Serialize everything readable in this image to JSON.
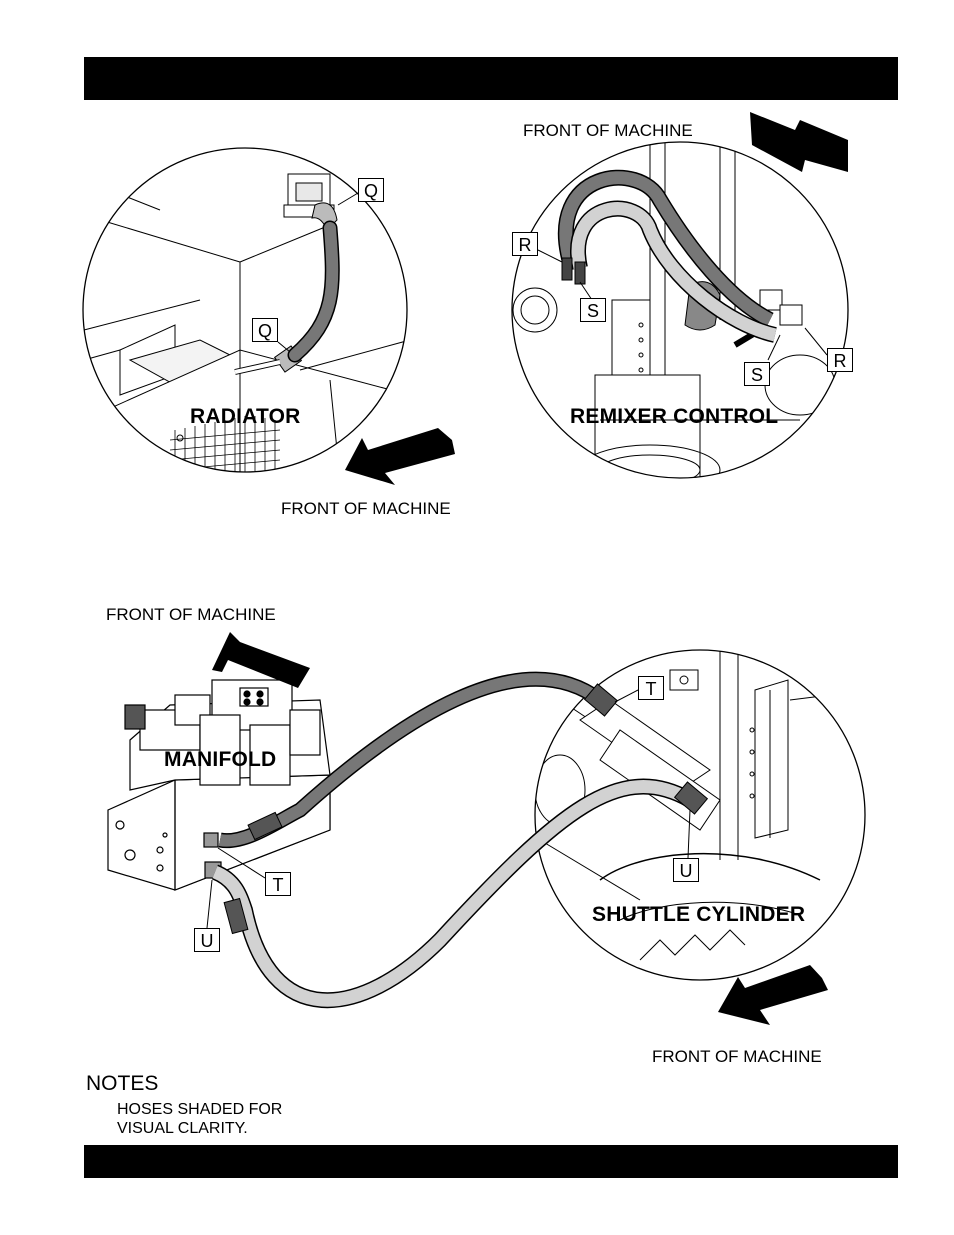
{
  "header": {
    "title": ""
  },
  "footer": {
    "text": ""
  },
  "views": {
    "radiator": {
      "label": "RADIATOR",
      "front_label": "FRONT OF MACHINE",
      "callouts": [
        "Q",
        "Q"
      ]
    },
    "remixer": {
      "label": "REMIXER CONTROL",
      "front_label": "FRONT OF MACHINE",
      "callouts": [
        "R",
        "S",
        "S",
        "R"
      ]
    },
    "manifold": {
      "label": "MANIFOLD",
      "front_label": "FRONT OF MACHINE",
      "callouts": [
        "T",
        "U"
      ]
    },
    "shuttle": {
      "label": "SHUTTLE CYLINDER",
      "front_label": "FRONT OF MACHINE",
      "callouts": [
        "T",
        "U"
      ]
    }
  },
  "notes": {
    "title": "NOTES",
    "lines": [
      "HOSES SHADED FOR",
      "VISUAL CLARITY."
    ]
  },
  "colors": {
    "hose_dark": "#777777",
    "hose_light": "#cfcfcf",
    "line": "#000000"
  }
}
